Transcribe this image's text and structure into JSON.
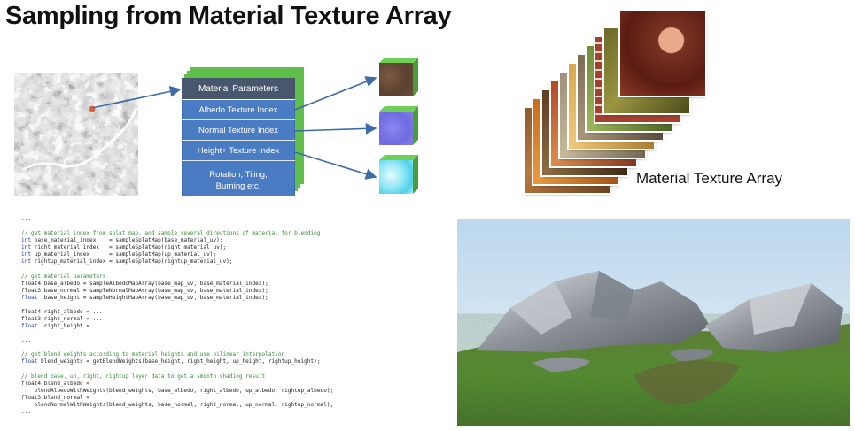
{
  "title": "Sampling from Material Texture Array",
  "panel": {
    "header": "Material Parameters",
    "rows": [
      "Albedo Texture Index",
      "Normal Texture Index",
      "Height+ Texture Index"
    ],
    "last_row_lines": [
      "Rotation, Tiling,",
      "Burning etc."
    ]
  },
  "texture_array_label": "Material Texture Array",
  "code_lines": [
    [
      {
        "t": "..."
      }
    ],
    [],
    [
      {
        "t": "// get material index from splat map, and sample several directions of material for blending",
        "c": "c"
      }
    ],
    [
      {
        "t": "int",
        "c": "k"
      },
      {
        "t": " base_material_index    = sampleSplatMap(base_material_uv);"
      }
    ],
    [
      {
        "t": "int",
        "c": "k"
      },
      {
        "t": " right_material_index   = sampleSplatMap(right_material_uv);"
      }
    ],
    [
      {
        "t": "int",
        "c": "k"
      },
      {
        "t": " up_material_index      = sampleSplatMap(up_material_uv);"
      }
    ],
    [
      {
        "t": "int",
        "c": "k"
      },
      {
        "t": " rightup_material_index = sampleSplatMap(rightup_material_uv);"
      }
    ],
    [],
    [
      {
        "t": "// get material parameters",
        "c": "c"
      }
    ],
    [
      {
        "t": "float4 base_albedo = sampleAlbedoMapArray(base_map_uv, base_material_index);"
      }
    ],
    [
      {
        "t": "float3 base_normal = sampleNormalMapArray(base_map_uv, base_material_index);"
      }
    ],
    [
      {
        "t": "float ",
        "c": "k"
      },
      {
        "t": " base_height = sampleHeightMapArray(base_map_uv, base_material_index);"
      }
    ],
    [],
    [
      {
        "t": "float4 right_albedo = ..."
      }
    ],
    [
      {
        "t": "float3 right_normal = ..."
      }
    ],
    [
      {
        "t": "float ",
        "c": "k"
      },
      {
        "t": " right_height = ..."
      }
    ],
    [],
    [
      {
        "t": "..."
      }
    ],
    [],
    [
      {
        "t": "// get blend weights according to material heights and use bilinear interpolation",
        "c": "c"
      }
    ],
    [
      {
        "t": "float",
        "c": "k"
      },
      {
        "t": " blend_weights = getBlendWeights(base_height, right_height, up_height, rightup_height);"
      }
    ],
    [],
    [
      {
        "t": "// blend base, up, right, rightup layer data to get a smooth shading result",
        "c": "c"
      }
    ],
    [
      {
        "t": "float4 blend_albedo ="
      }
    ],
    [
      {
        "t": "    blendAlbedoWithWeights(blend_weights, base_albedo, right_albedo, up_albedo, rightup_albedo);"
      }
    ],
    [
      {
        "t": "float3 blend_normal ="
      }
    ],
    [
      {
        "t": "    blendNormalWithWeights(blend_weights, base_normal, right_normal, up_normal, rightup_normal);"
      }
    ],
    [
      {
        "t": "..."
      }
    ]
  ],
  "colors": {
    "panel_blue": "#4a7cc4",
    "panel_header": "#48566e",
    "stack_green": "#5fbf4a",
    "arrow": "#3d6aa8"
  }
}
